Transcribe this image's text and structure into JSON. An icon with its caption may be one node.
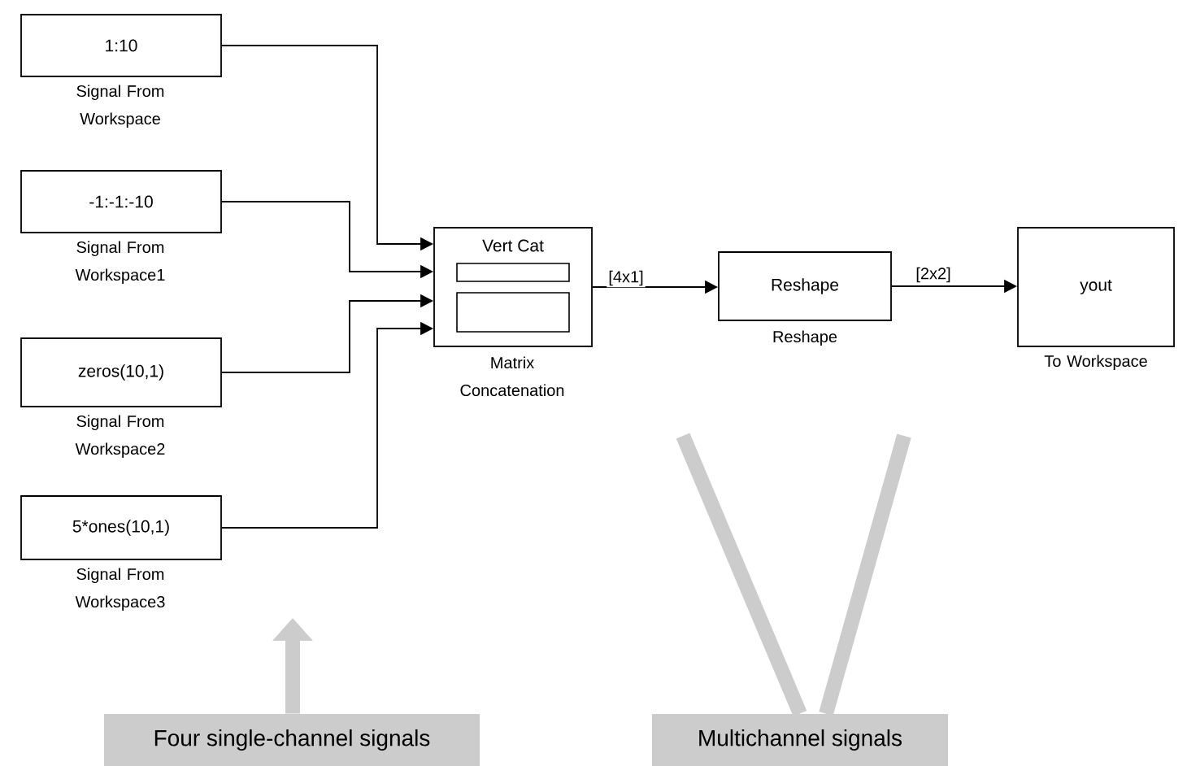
{
  "diagram": {
    "nodes": [
      {
        "text": [
          "1:10"
        ],
        "beside": [
          "Signal From Workspace"
        ]
      },
      {
        "text": [
          "-1:-1:-10"
        ],
        "beside": [
          "Signal From Workspace1"
        ]
      },
      {
        "text": [
          "zeros(10,1)"
        ],
        "beside": [
          "Signal From Workspace2"
        ]
      },
      {
        "text": [
          "5*ones(10,1)"
        ],
        "beside": [
          "Signal From Workspace3"
        ]
      },
      {
        "text": [
          "Vert Cat"
        ],
        "beside": [
          "Matrix Concatenation"
        ]
      },
      {
        "text": [
          "Reshape"
        ],
        "beside": [
          "Reshape"
        ]
      },
      {
        "text": [
          "yout"
        ],
        "beside": [
          "To Workspace"
        ]
      },
      {
        "text": [
          "Four single-channel signals"
        ]
      },
      {
        "text": [
          "Multichannel signals"
        ]
      }
    ],
    "edges": [
      {
        "from": 0,
        "to": 4,
        "arrow": "to"
      },
      {
        "from": 1,
        "to": 4,
        "arrow": "to"
      },
      {
        "from": 2,
        "to": 4,
        "arrow": "to"
      },
      {
        "from": 3,
        "to": 4,
        "arrow": "to"
      },
      {
        "from": 4,
        "to": 5,
        "arrow": "to",
        "label": "[4x1]"
      },
      {
        "from": 5,
        "to": 6,
        "arrow": "to",
        "label": "[2x2]"
      },
      {
        "from": 7,
        "to": null,
        "arrow": "to",
        "style": "thick",
        "color": "#cccccc"
      },
      {
        "from": 8,
        "to": null,
        "arrow": "none",
        "style": "thick",
        "color": "#cccccc"
      },
      {
        "from": 8,
        "to": null,
        "arrow": "none",
        "style": "thick",
        "color": "#cccccc"
      }
    ]
  }
}
